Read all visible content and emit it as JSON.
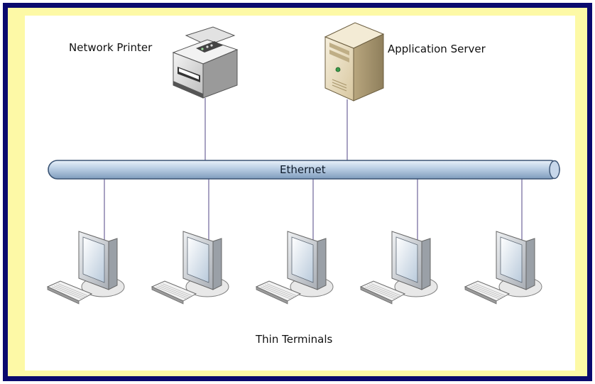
{
  "diagram": {
    "printer_label": "Network Printer",
    "server_label": "Application Server",
    "bus_label": "Ethernet",
    "terminals_label": "Thin Terminals",
    "terminal_count": 5
  },
  "colors": {
    "outer_border": "#0a0a6e",
    "yellow_band": "#fdf9a6",
    "cable_fill": "#b9cde3",
    "link_line": "#7a6fa0",
    "server_beige": "#e9ddc0",
    "printer_grey": "#d7d7d7",
    "monitor_grey": "#cfd3d8",
    "screen_blue": "#dfe9f3"
  },
  "icons": [
    "printer-icon",
    "server-icon",
    "terminal-icon"
  ]
}
